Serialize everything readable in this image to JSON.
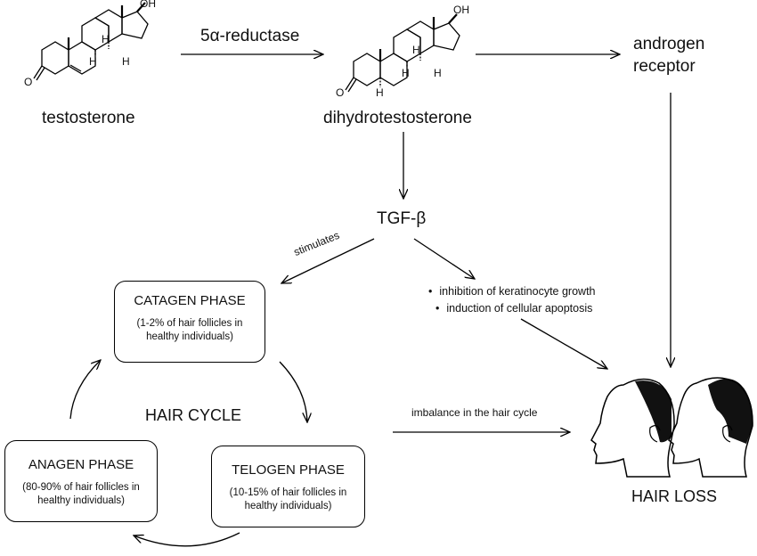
{
  "molecules": {
    "testosterone": {
      "name": "testosterone",
      "oh": "OH",
      "o": "O",
      "h1": "H",
      "h2": "H",
      "h3": "H"
    },
    "dht": {
      "name": "dihydrotestosterone",
      "oh": "OH",
      "o": "O",
      "h1": "H",
      "h2": "H",
      "h3": "H",
      "h4": "H"
    }
  },
  "labels": {
    "enzyme": "5α-reductase",
    "receptor_line1": "androgen",
    "receptor_line2": "receptor",
    "tgf": "TGF-β",
    "stimulates": "stimulates",
    "effects": [
      "inhibition of keratinocyte growth",
      "induction of cellular apoptosis"
    ],
    "hair_cycle": "HAIR CYCLE",
    "imbalance": "imbalance in the hair cycle",
    "hair_loss": "HAIR LOSS"
  },
  "phases": {
    "catagen": {
      "title": "CATAGEN PHASE",
      "line1": "(1-2% of hair follicles in",
      "line2": "healthy individuals)"
    },
    "anagen": {
      "title": "ANAGEN PHASE",
      "line1": "(80-90% of hair follicles in",
      "line2": "healthy individuals)"
    },
    "telogen": {
      "title": "TELOGEN PHASE",
      "line1": "(10-15% of hair follicles in",
      "line2": "healthy individuals)"
    }
  }
}
